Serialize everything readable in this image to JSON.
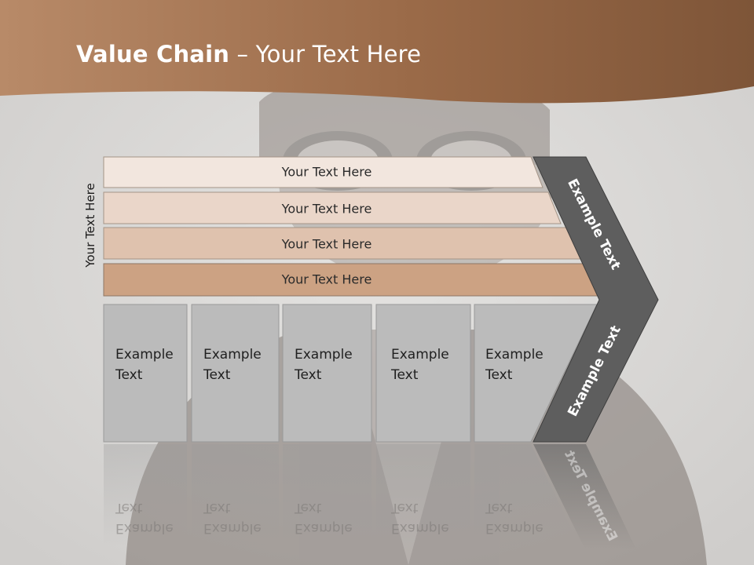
{
  "slide": {
    "title_bold": "Value Chain",
    "title_rest": " – Your Text Here",
    "side_label": "Your Text Here",
    "bars": [
      "Your Text Here",
      "Your Text Here",
      "Your Text Here",
      "Your Text Here"
    ],
    "cells": [
      {
        "line1": "Example",
        "line2": "Text"
      },
      {
        "line1": "Example",
        "line2": "Text"
      },
      {
        "line1": "Example",
        "line2": "Text"
      },
      {
        "line1": "Example",
        "line2": "Text"
      },
      {
        "line1": "Example",
        "line2": "Text"
      }
    ],
    "chevron_top": "Example Text",
    "chevron_bottom": "Example Text"
  },
  "colors": {
    "header_brown": "#a8734c",
    "bar_1": "#f2e6de",
    "bar_2": "#ead6c9",
    "bar_3": "#dfc2ae",
    "bar_4": "#cca283",
    "cell_gray": "#bbbbbb",
    "chevron_dark": "#5e5e5e"
  }
}
